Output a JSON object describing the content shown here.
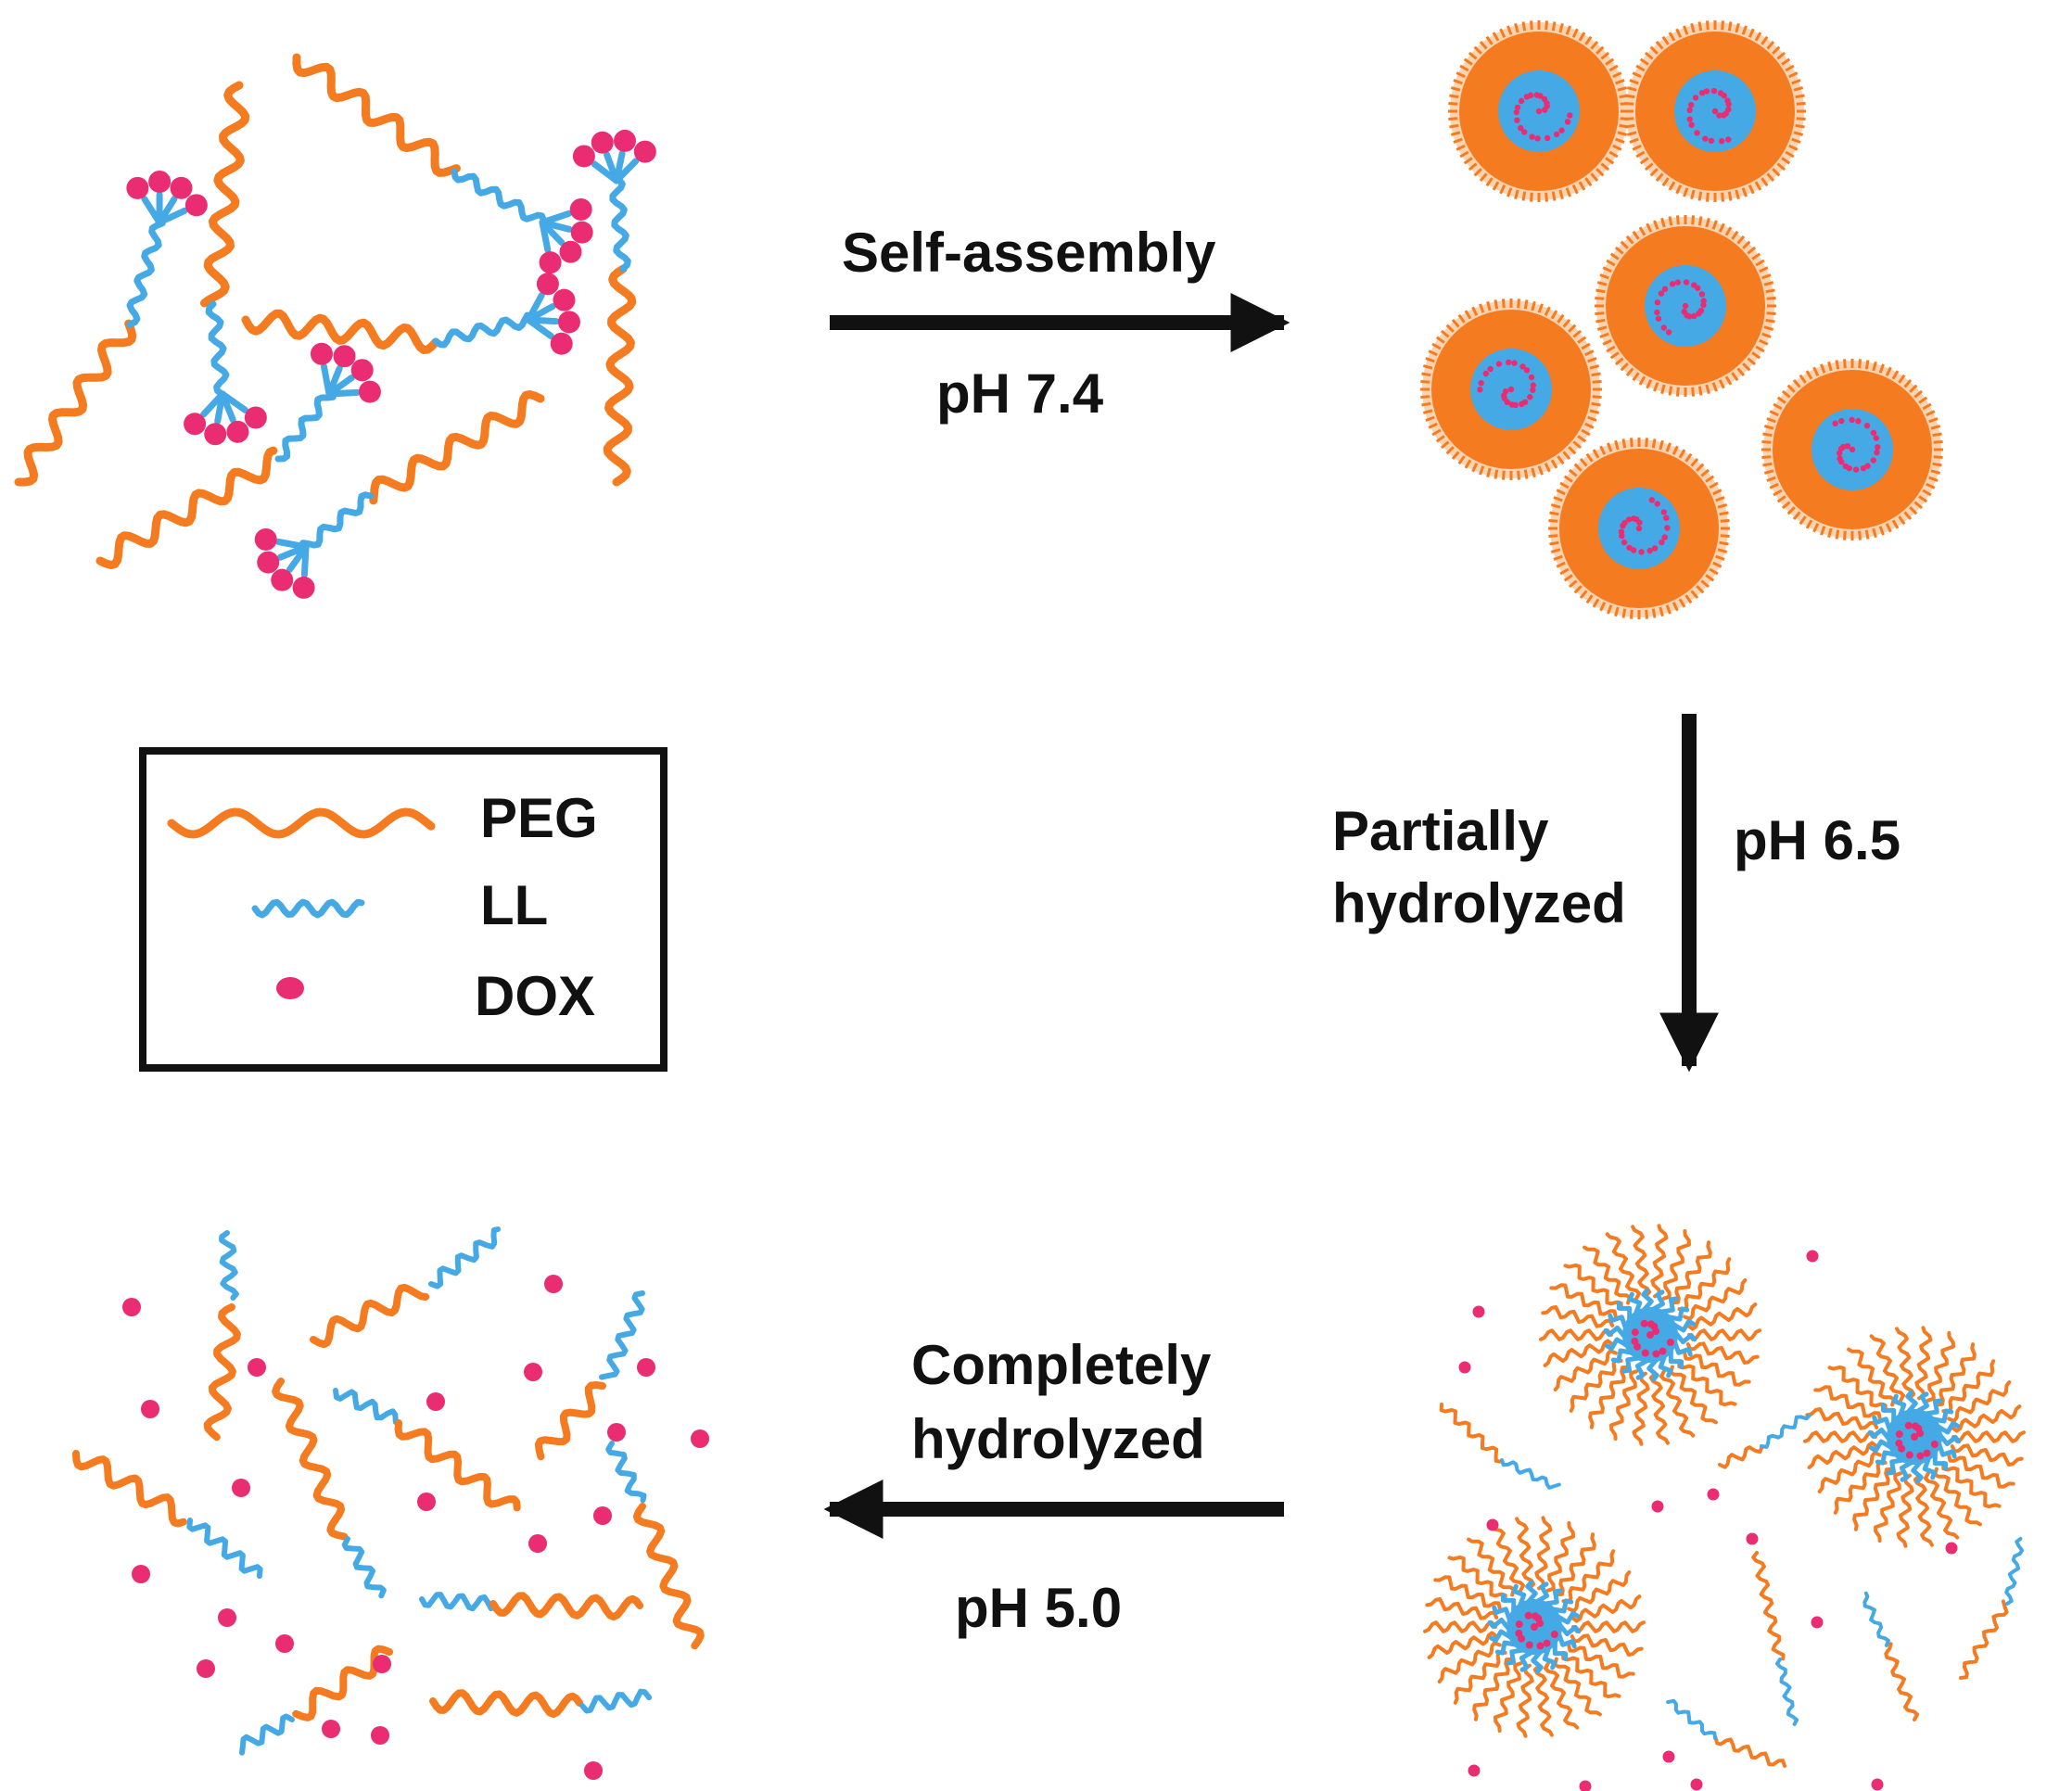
{
  "colors": {
    "peg": "#f47b20",
    "ll": "#45a9e6",
    "dox": "#ea2c73",
    "arrow": "#111111"
  },
  "steps": {
    "self_assembly": {
      "label": "Self-assembly",
      "ph": "pH 7.4"
    },
    "partial": {
      "label_line1": "Partially",
      "label_line2": "hydrolyzed",
      "ph": "pH 6.5"
    },
    "complete": {
      "label_line1": "Completely",
      "label_line2": "hydrolyzed",
      "ph": "pH 5.0"
    }
  },
  "legend": {
    "items": [
      {
        "label": "PEG",
        "symbol": "orange-wavy-line"
      },
      {
        "label": "LL",
        "symbol": "blue-wavy-line"
      },
      {
        "label": "DOX",
        "symbol": "pink-dot"
      }
    ]
  }
}
